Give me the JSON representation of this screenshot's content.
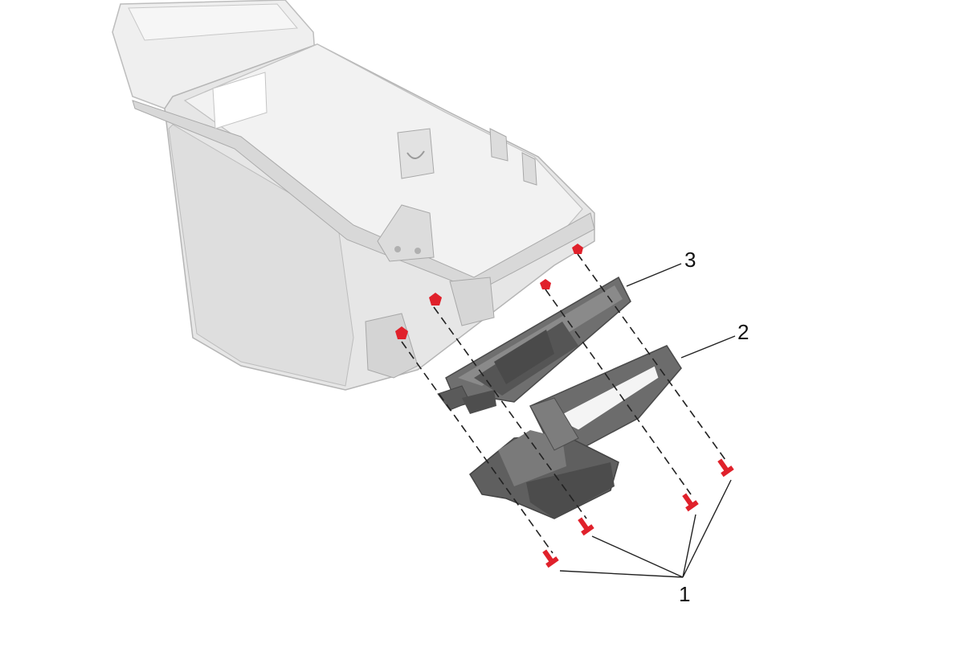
{
  "diagram": {
    "type": "exploded-assembly",
    "callouts": [
      {
        "id": "callout-1",
        "label": "1"
      },
      {
        "id": "callout-2",
        "label": "2"
      },
      {
        "id": "callout-3",
        "label": "3"
      }
    ]
  },
  "colors": {
    "console_body": "#e9e9e9",
    "console_edge": "#b8b8b8",
    "part_dark": "#6f6f6f",
    "part_darker": "#4e4e4e",
    "fastener": "#e0212b",
    "line": "#222222"
  }
}
